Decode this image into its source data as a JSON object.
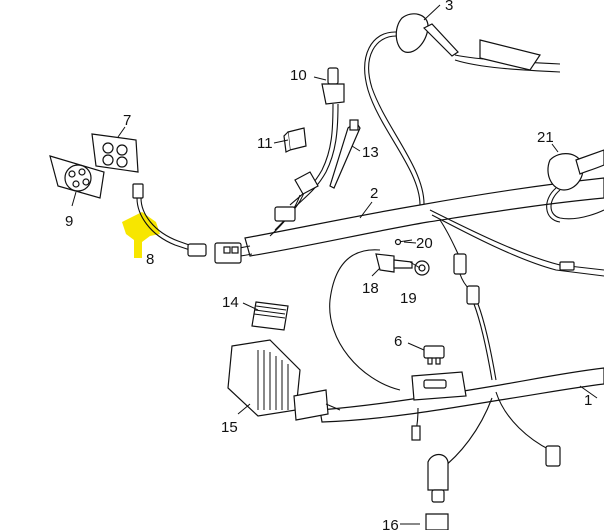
{
  "diagram": {
    "highlight_color": "#f7e600",
    "callouts": [
      {
        "id": "1",
        "label": "1"
      },
      {
        "id": "2",
        "label": "2"
      },
      {
        "id": "3",
        "label": "3"
      },
      {
        "id": "6",
        "label": "6"
      },
      {
        "id": "7",
        "label": "7"
      },
      {
        "id": "8",
        "label": "8"
      },
      {
        "id": "9",
        "label": "9"
      },
      {
        "id": "10",
        "label": "10"
      },
      {
        "id": "11",
        "label": "11"
      },
      {
        "id": "13",
        "label": "13"
      },
      {
        "id": "14",
        "label": "14"
      },
      {
        "id": "15",
        "label": "15"
      },
      {
        "id": "16",
        "label": "16"
      },
      {
        "id": "18",
        "label": "18"
      },
      {
        "id": "19",
        "label": "19"
      },
      {
        "id": "20",
        "label": "20"
      },
      {
        "id": "21",
        "label": "21"
      }
    ]
  }
}
